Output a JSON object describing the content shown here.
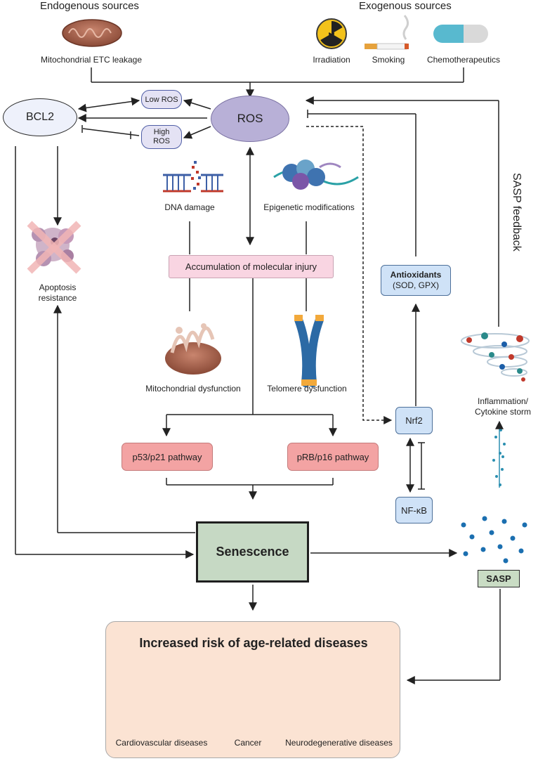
{
  "sources": {
    "endogenous_title": "Endogenous sources",
    "exogenous_title": "Exogenous sources",
    "mito_label": "Mitochondrial ETC leakage",
    "irradiation": "Irradiation",
    "smoking": "Smoking",
    "chemo": "Chemotherapeutics"
  },
  "nodes": {
    "bcl2": "BCL2",
    "ros": "ROS",
    "low_ros": "Low ROS",
    "high_ros_1": "High",
    "high_ros_2": "ROS",
    "dna_damage": "DNA damage",
    "epigenetic": "Epigenetic modifications",
    "apoptosis_1": "Apoptosis",
    "apoptosis_2": "resistance",
    "accumulation": "Accumulation of molecular injury",
    "mito_dysfunction": "Mitochondrial dysfunction",
    "telomere": "Telomere dysfunction",
    "antioxidants_title": "Antioxidants",
    "antioxidants_sub": "(SOD, GPX)",
    "nrf2": "Nrf2",
    "nfkb": "NF-κB",
    "p53": "p53/p21 pathway",
    "prb": "pRB/p16 pathway",
    "senescence": "Senescence",
    "sasp": "SASP",
    "sasp_feedback": "SASP feedback",
    "inflammation_1": "Inflammation/",
    "inflammation_2": "Cytokine storm"
  },
  "diseases": {
    "title": "Increased risk of age-related diseases",
    "cardio": "Cardiovascular diseases",
    "cancer": "Cancer",
    "neuro": "Neurodegenerative diseases"
  },
  "colors": {
    "ros_fill": "#b8b0d7",
    "pink_box": "#f9d5e2",
    "salmon_box": "#f3a3a3",
    "blue_box": "#cfe2f7",
    "senescence_fill": "#c6d9c4",
    "disease_panel": "#fbe3d3"
  }
}
